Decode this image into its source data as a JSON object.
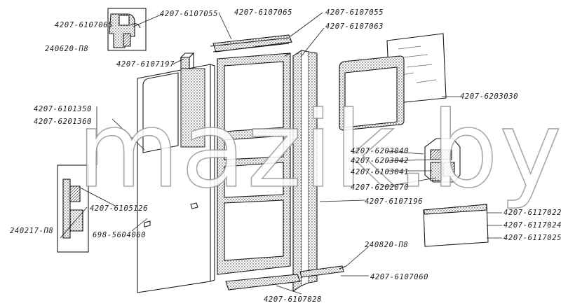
{
  "watermark": "mazik.by",
  "page_mark": "",
  "labels": {
    "l_4207_6107065_a": "4207-6107065",
    "l_4207_6107055_a": "4207-6107055",
    "l_240620": "240620-П8",
    "l_4207_6107065_b": "4207-6107065",
    "l_4207_6107055_b": "4207-6107055",
    "l_4207_6107063": "4207-6107063",
    "l_4207_6107197": "4207-6107197",
    "l_4207_6101350": "4207-6101350",
    "l_4207_6201360": "4207-6201360",
    "l_4207_6203030": "4207-6203030",
    "l_4207_6203040": "4207-6203040",
    "l_4207_6203042": "4207-6203042",
    "l_4207_6103041": "4207-6103041",
    "l_4207_6202070": "4207-6202070",
    "l_4207_6107196": "4207-6107196",
    "l_4207_6105126": "4207-6105126",
    "l_240217": "240217-П8",
    "l_698_5604060": "698-5604060",
    "l_4207_6117022": "4207-6117022",
    "l_4207_6117024": "4207-6117024",
    "l_4207_6117025": "4207-6117025",
    "l_240820": "240820-П8",
    "l_4207_6107060": "4207-6107060",
    "l_4207_6107028": "4207-6107028"
  }
}
